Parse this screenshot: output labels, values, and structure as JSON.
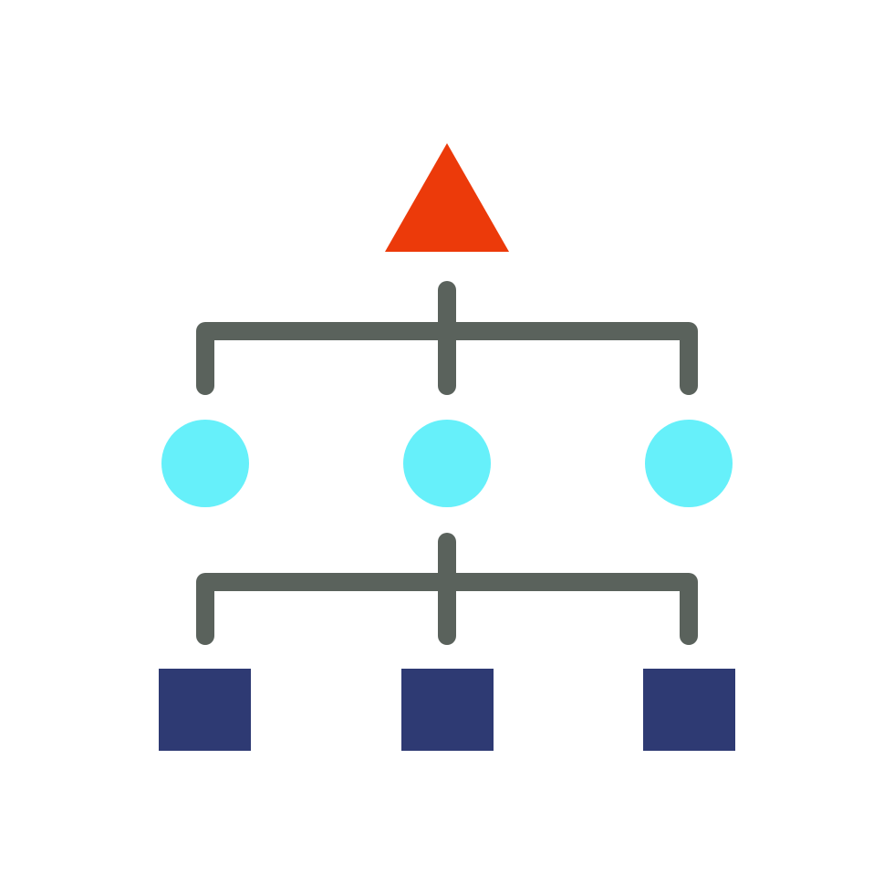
{
  "diagram": {
    "kind": "hierarchy-icon",
    "colors": {
      "background": "#ffffff",
      "root_triangle": "#EC3A0A",
      "connector": "#5A625C",
      "level2_circle": "#66F0FA",
      "level3_square": "#2E3A73"
    },
    "root": {
      "shape": "triangle"
    },
    "level2": [
      {
        "shape": "circle"
      },
      {
        "shape": "circle"
      },
      {
        "shape": "circle"
      }
    ],
    "level3": [
      {
        "shape": "square"
      },
      {
        "shape": "square"
      },
      {
        "shape": "square"
      }
    ]
  }
}
